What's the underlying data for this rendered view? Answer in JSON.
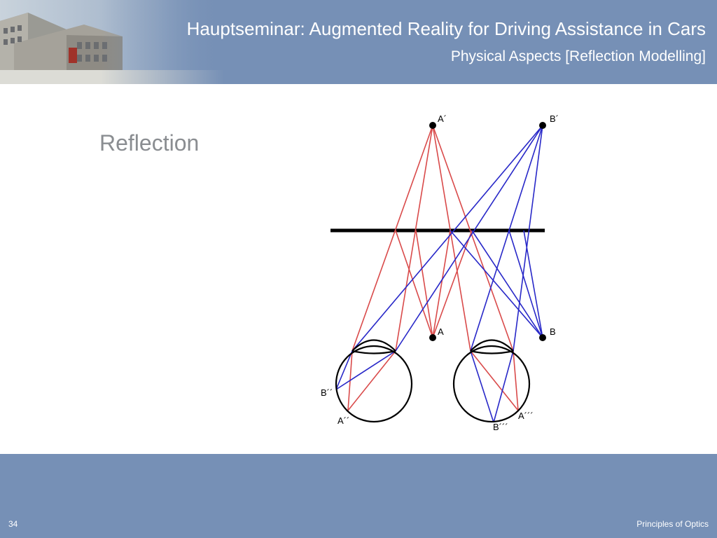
{
  "header": {
    "title": "Hauptseminar: Augmented Reality for Driving Assistance in Cars",
    "subtitle": "Physical Aspects [Reflection Modelling]"
  },
  "slide": {
    "heading": "Reflection"
  },
  "diagram": {
    "labels": {
      "a_virtual": "A´",
      "b_virtual": "B´",
      "a_real": "A",
      "b_real": "B",
      "b_left_eye": "B´´",
      "a_left_eye": "A´´",
      "b_right_eye": "B´´´",
      "a_right_eye": "A´´´"
    },
    "colors": {
      "ray_a": "#d94a4a",
      "ray_b": "#2828c8",
      "mirror": "#000000",
      "header_bg": "#7690b6"
    }
  },
  "footer": {
    "page_number": "34",
    "label": "Principles of Optics"
  }
}
